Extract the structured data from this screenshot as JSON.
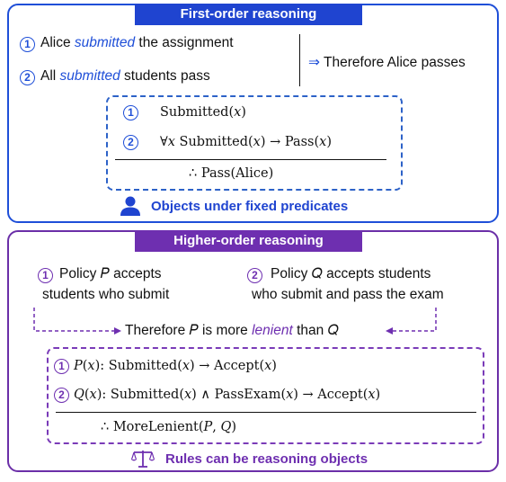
{
  "first_order": {
    "title": "First-order reasoning",
    "premise1": {
      "num": "1",
      "pre": "Alice ",
      "em": "submitted",
      "post": " the assignment"
    },
    "premise2": {
      "num": "2",
      "pre": "All ",
      "em": "submitted",
      "post": " students pass"
    },
    "conclusion": "⇒ Therefore Alice passes",
    "formal": {
      "line1": {
        "num": "1",
        "text": "Submitted(𝑥)"
      },
      "line2": {
        "num": "2",
        "text": "∀𝑥  Submitted(𝑥) → Pass(𝑥)"
      },
      "result": "∴ Pass(Alice)"
    },
    "footer": "Objects under fixed predicates",
    "footer_icon": "person-icon"
  },
  "higher_order": {
    "title": "Higher-order reasoning",
    "policy1": {
      "num": "1",
      "line1": "Policy 𝑃 accepts",
      "line2": "students who submit"
    },
    "policy2": {
      "num": "2",
      "line1": "Policy 𝑄 accepts students",
      "line2": "who submit and pass the exam"
    },
    "conclusion": {
      "pre": "Therefore 𝑃 is more ",
      "em": "lenient",
      "post": " than 𝑄"
    },
    "formal": {
      "line1": {
        "num": "1",
        "text": "𝑃(𝑥): Submitted(𝑥) → Accept(𝑥)"
      },
      "line2": {
        "num": "2",
        "text": "𝑄(𝑥): Submitted(𝑥) ∧ PassExam(𝑥) → Accept(𝑥)"
      },
      "result": "∴ MoreLenient(𝑃, 𝑄)"
    },
    "footer": "Rules can be reasoning objects",
    "footer_icon": "scales-icon"
  },
  "colors": {
    "blue": "#1f44d0",
    "purple": "#6e2fb0"
  }
}
